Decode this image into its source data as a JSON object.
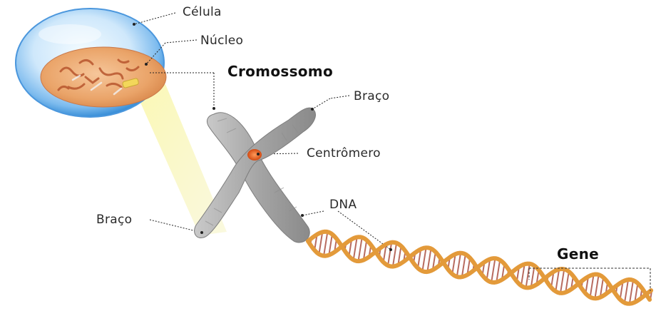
{
  "labels": {
    "cell": "Célula",
    "nucleus": "Núcleo",
    "chromosome": "Cromossomo",
    "arm_top": "Braço",
    "centromere": "Centrômero",
    "dna": "DNA",
    "arm_left": "Braço",
    "gene": "Gene"
  },
  "colors": {
    "cell_membrane": "#5aa8e6",
    "nucleus": "#e8a066",
    "chromosome": "#9a9a9a",
    "centromere": "#e8561e",
    "dna_backbone": "#e39a3a",
    "dna_rungs": "#a03a2a",
    "highlight_beam": "#f4f29a"
  }
}
